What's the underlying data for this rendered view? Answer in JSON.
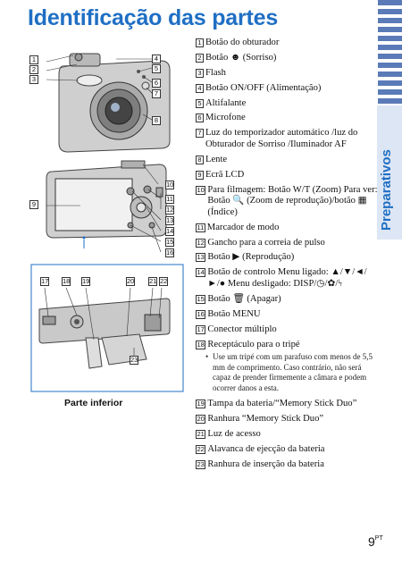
{
  "title": "Identificação das partes",
  "side_tab": "Preparativos",
  "page_number": "9",
  "page_suffix": "PT",
  "bottom_view_label": "Parte inferior",
  "items": [
    {
      "n": "1",
      "text": "Botão do obturador"
    },
    {
      "n": "2",
      "text": "Botão ☻ (Sorriso)"
    },
    {
      "n": "3",
      "text": "Flash"
    },
    {
      "n": "4",
      "text": "Botão ON/OFF (Alimentação)"
    },
    {
      "n": "5",
      "text": "Altifalante"
    },
    {
      "n": "6",
      "text": "Microfone"
    },
    {
      "n": "7",
      "text": "Luz do temporizador automático /luz do Obturador de Sorriso /Iluminador AF"
    },
    {
      "n": "8",
      "text": "Lente"
    },
    {
      "n": "9",
      "text": "Ecrã LCD"
    },
    {
      "n": "10",
      "text": "Para filmagem: Botão W/T (Zoom) Para ver: Botão 🔍 (Zoom de reprodução)/botão ▦ (Índice)"
    },
    {
      "n": "11",
      "text": "Marcador de modo"
    },
    {
      "n": "12",
      "text": "Gancho para a correia de pulso"
    },
    {
      "n": "13",
      "text": "Botão ▶ (Reprodução)"
    },
    {
      "n": "14",
      "text": "Botão de controlo Menu ligado: ▲/▼/◄/►/● Menu desligado: DISP/◷/✿/ϟ"
    },
    {
      "n": "15",
      "text": "Botão 🗑 (Apagar)"
    },
    {
      "n": "16",
      "text": "Botão MENU"
    },
    {
      "n": "17",
      "text": "Conector múltiplo"
    },
    {
      "n": "18",
      "text": "Receptáculo para o tripé"
    },
    {
      "n": "19",
      "text": "Tampa da bateria/“Memory Stick Duo”"
    },
    {
      "n": "20",
      "text": "Ranhura “Memory Stick Duo”"
    },
    {
      "n": "21",
      "text": "Luz de acesso"
    },
    {
      "n": "22",
      "text": "Alavanca de ejecção da bateria"
    },
    {
      "n": "23",
      "text": "Ranhura de inserção da bateria"
    }
  ],
  "tripod_note": "Use um tripé com um parafuso com menos de 5,5 mm de comprimento. Caso contrário, não será capaz de prender firmemente a câmara e podem ocorrer danos a esta."
}
